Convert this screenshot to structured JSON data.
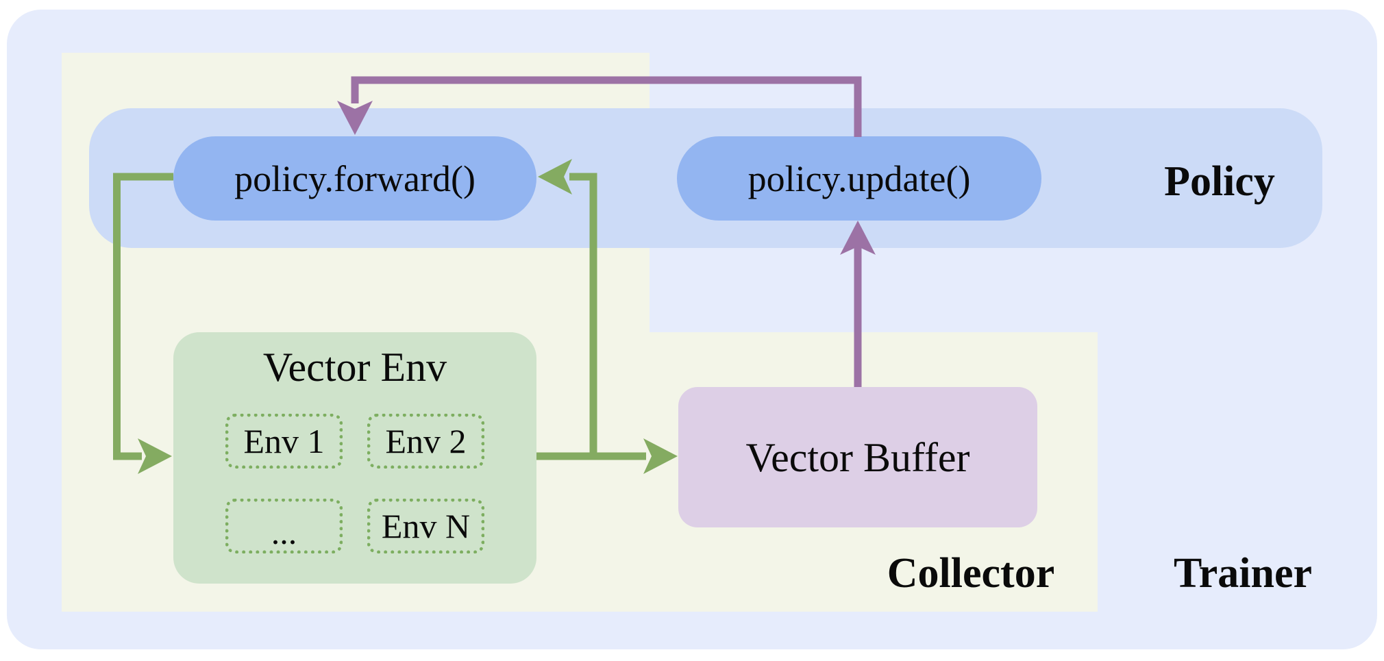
{
  "regions": {
    "trainer_label": "Trainer",
    "collector_label": "Collector",
    "policy_label": "Policy"
  },
  "nodes": {
    "policy_forward": "policy.forward()",
    "policy_update": "policy.update()",
    "vector_env_title": "Vector Env",
    "envs": [
      "Env 1",
      "Env 2",
      "...",
      "Env N"
    ],
    "vector_buffer": "Vector Buffer"
  },
  "arrows": [
    {
      "name": "policy-forward-to-vector-env",
      "color": "green"
    },
    {
      "name": "vector-env-to-vector-buffer",
      "color": "green"
    },
    {
      "name": "vector-env-to-policy-forward",
      "color": "green"
    },
    {
      "name": "vector-buffer-to-policy-update",
      "color": "purple"
    },
    {
      "name": "policy-update-to-policy-forward",
      "color": "purple"
    }
  ],
  "colors": {
    "c-page": "#ffffff",
    "c-trainer": "#e6ecfc",
    "c-collector": "#f3f5e8",
    "c-band": "#ccdbf7",
    "c-pill": "#93b5f1",
    "c-envbox": "#cfe3cb",
    "c-envborder": "#7dae60",
    "c-buffer": "#ddcfe6",
    "c-green": "#84ab61",
    "c-purple": "#9c72a5",
    "c-text": "#0a0a0a"
  }
}
